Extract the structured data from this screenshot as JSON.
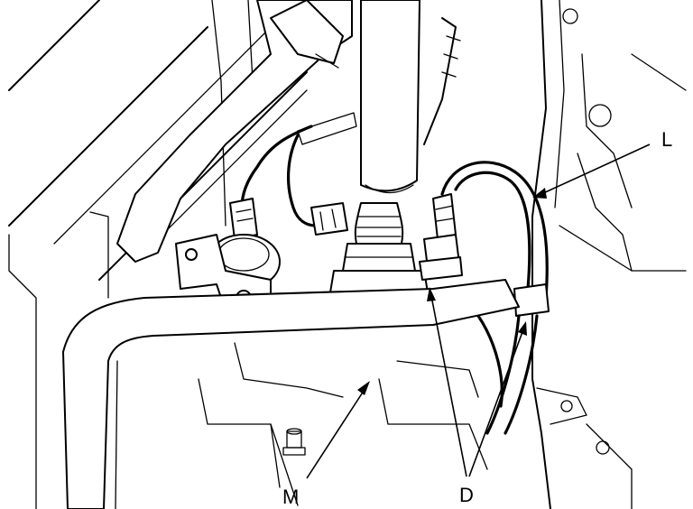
{
  "callouts": {
    "L": "L",
    "M": "M",
    "D": "D"
  },
  "colors": {
    "line": "#000000",
    "background": "#ffffff"
  }
}
